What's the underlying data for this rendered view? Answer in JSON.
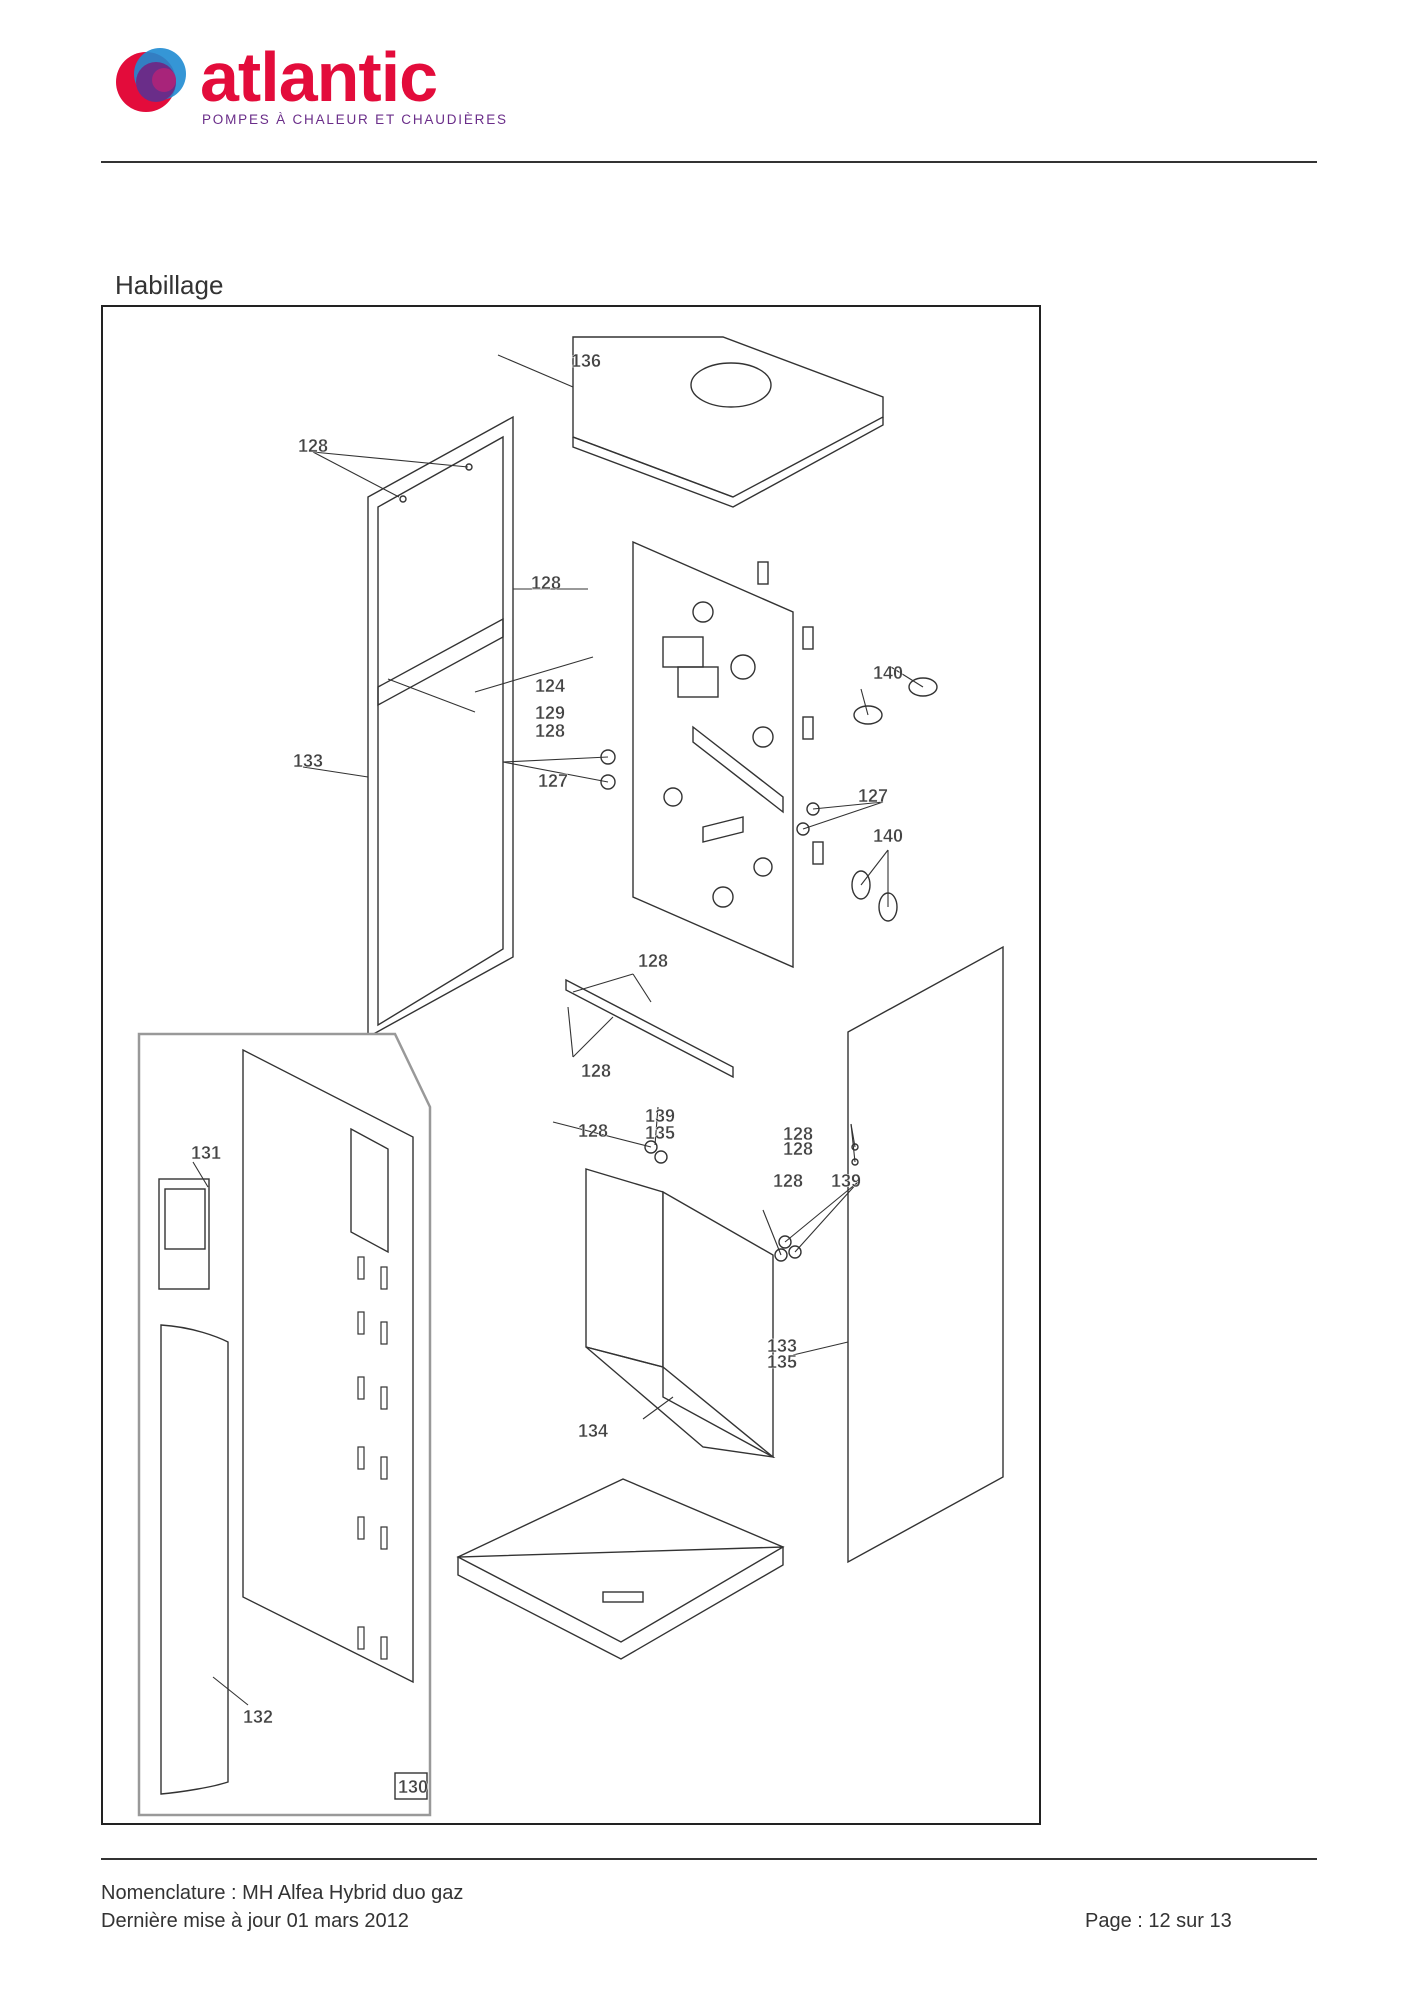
{
  "header": {
    "logo_word": "atlantic",
    "logo_tagline": "POMPES À CHALEUR ET CHAUDIÈRES",
    "colors": {
      "brand_red": "#e30c3b",
      "brand_purple": "#6a2d89",
      "brand_blue": "#1f8bd1"
    }
  },
  "section": {
    "title": "Habillage"
  },
  "figure": {
    "callouts": {
      "c136": "136",
      "c128a": "128",
      "c128b": "128",
      "c124": "124",
      "c129": "129",
      "c128c": "128",
      "c127a": "127",
      "c133a": "133",
      "c140a": "140",
      "c127b": "127",
      "c140b": "140",
      "c128d": "128",
      "c128e": "128",
      "c131": "131",
      "c128f": "128",
      "c139a": "139",
      "c135a": "135",
      "c128g": "128",
      "c128h": "128",
      "c128i": "128",
      "c139b": "139",
      "c133b": "133",
      "c135b": "135",
      "c134": "134",
      "c132": "132",
      "c130": "130"
    }
  },
  "footer": {
    "line1": "Nomenclature : MH Alfea Hybrid duo gaz",
    "line2": "Dernière mise à jour 01 mars 2012",
    "page": "Page : 12 sur 13"
  }
}
